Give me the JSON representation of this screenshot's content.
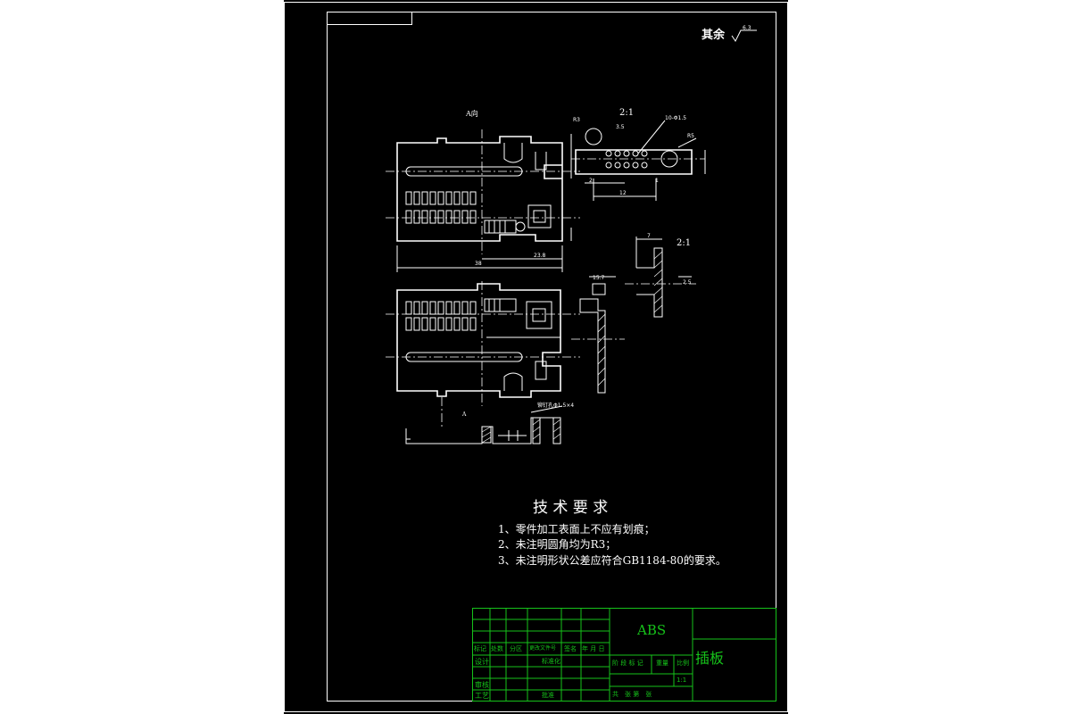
{
  "roughness_note": "其余",
  "roughness_value": "6.3",
  "views": {
    "view_a_label": "A向",
    "scale_top": "2:1",
    "scale_mid": "2:1",
    "section_label": "A"
  },
  "dimensions": {
    "overall_width": "38",
    "width_23": "23.8",
    "dim_3_5": "3.5",
    "dim_12": "12",
    "dim_r3": "R3",
    "dim_r5": "R5",
    "dim_holes": "10-Φ1.5",
    "dim_7": "7",
    "dim_2_5": "2.5",
    "dim_1": "1",
    "dim_2": "2",
    "dim_15": "15.7",
    "wall_note": "铆钉孔Φ1.5×4"
  },
  "tech_requirements": {
    "title": "技 术 要 求",
    "items": [
      "1、零件加工表面上不应有划痕；",
      "2、未注明圆角均为R3；",
      "3、未注明形状公差应符合GB1184-80的要求。"
    ]
  },
  "title_block": {
    "material": "ABS",
    "part_name": "插板",
    "header_cells": [
      "标记",
      "处数",
      "分区",
      "更改文件号",
      "签名",
      "年 月 日"
    ],
    "row_labels": [
      "设计",
      "审核",
      "工艺"
    ],
    "mid_labels": [
      "标准化",
      "批准"
    ],
    "stage_cells": [
      "阶 段 标 记",
      "重量",
      "比例"
    ],
    "scale_value": "1:1",
    "sheet_info": "共　张  第　张"
  }
}
